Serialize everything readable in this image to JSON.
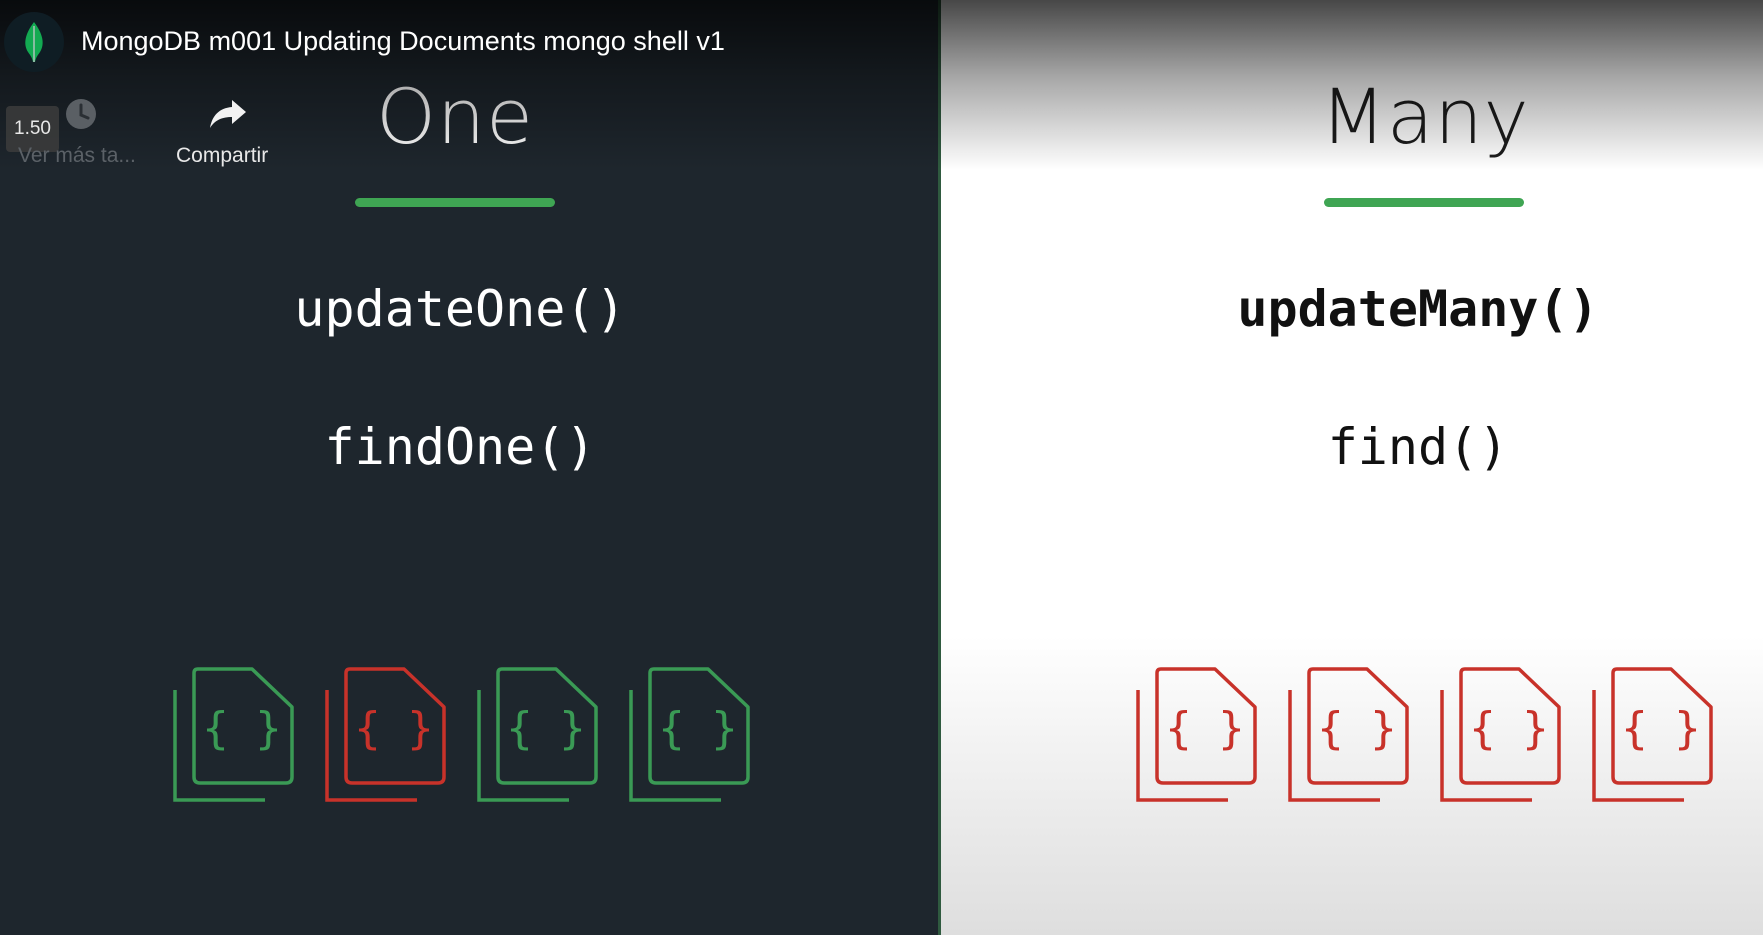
{
  "player": {
    "title": "MongoDB m001 Updating Documents mongo shell v1",
    "speed": "1.50",
    "watch_later_label": "Ver más ta...",
    "share_label": "Compartir",
    "logo_icon": "mongodb-leaf-icon"
  },
  "slide": {
    "left": {
      "heading": "One",
      "method_1": "updateOne()",
      "method_2": "findOne()",
      "documents": [
        "green",
        "red",
        "green",
        "green"
      ]
    },
    "right": {
      "heading": "Many",
      "method_1": "updateMany()",
      "method_2": "find()",
      "documents": [
        "red",
        "red",
        "red",
        "red"
      ]
    }
  },
  "colors": {
    "green": "#3a9a55",
    "red": "#c8322a",
    "accent": "#3fa553",
    "dark_bg": "#1e262d"
  }
}
